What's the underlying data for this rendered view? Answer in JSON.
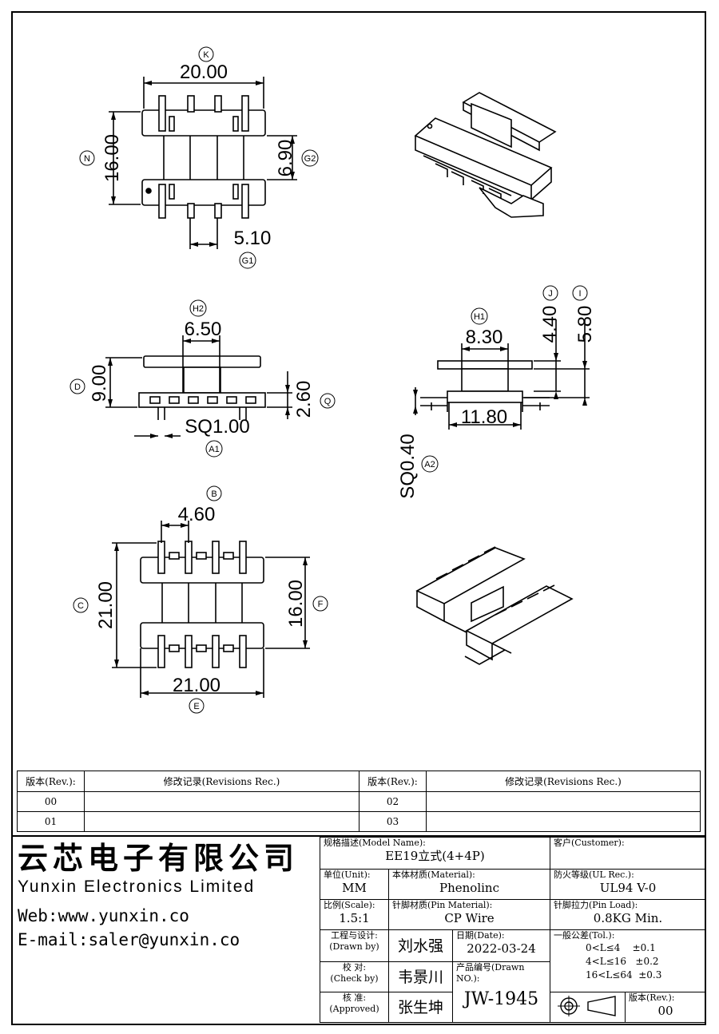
{
  "top_view": {
    "dim_k": "20.00",
    "label_k": "K",
    "dim_n": "16.00",
    "label_n": "N",
    "dim_g2": "6.90",
    "label_g2": "G2",
    "dim_g1": "5.10",
    "label_g1": "G1"
  },
  "side_view": {
    "dim_h2": "6.50",
    "label_h2": "H2",
    "dim_d": "9.00",
    "label_d": "D",
    "dim_q": "2.60",
    "label_q": "Q",
    "dim_a1": "SQ1.00",
    "label_a1": "A1"
  },
  "front_view": {
    "dim_h1": "8.30",
    "label_h1": "H1",
    "dim_j": "4.40",
    "label_j": "J",
    "dim_i": "5.80",
    "label_i": "I",
    "dim_w": "11.80",
    "dim_a2": "SQ0.40",
    "label_a2": "A2"
  },
  "bottom_view": {
    "dim_b": "4.60",
    "label_b": "B",
    "dim_c": "21.00",
    "label_c": "C",
    "dim_f": "16.00",
    "label_f": "F",
    "dim_e": "21.00",
    "label_e": "E"
  },
  "revisions": {
    "header_rev": "版本(Rev.):",
    "header_rec": "修改记录(Revisions Rec.)",
    "rows": [
      {
        "rev_left": "00",
        "rec_left": "",
        "rev_right": "02",
        "rec_right": ""
      },
      {
        "rev_left": "01",
        "rec_left": "",
        "rev_right": "03",
        "rec_right": ""
      }
    ]
  },
  "company": {
    "name_cn": "云芯电子有限公司",
    "name_en": "Yunxin Electronics Limited",
    "web": "Web:www.yunxin.co",
    "email": "E-mail:saler@yunxin.co"
  },
  "title_block": {
    "model_label": "规格描述(Model Name):",
    "model_value": "EE19立式(4+4P)",
    "customer_label": "客户(Customer):",
    "customer_value": "",
    "unit_label": "单位(Unit):",
    "unit_value": "MM",
    "material_label": "本体材质(Material):",
    "material_value": "Phenolinc",
    "ul_label": "防火等级(UL Rec.):",
    "ul_value": "UL94 V-0",
    "scale_label": "比例(Scale):",
    "scale_value": "1.5:1",
    "pin_material_label": "针脚材质(Pin Material):",
    "pin_material_value": "CP Wire",
    "pin_load_label": "针脚拉力(Pin Load):",
    "pin_load_value": "0.8KG Min.",
    "drawn_label_1": "工程与设计:",
    "drawn_label_2": "(Drawn by)",
    "drawn_value": "刘水强",
    "date_label": "日期(Date):",
    "date_value": "2022-03-24",
    "check_label_1": "校  对:",
    "check_label_2": "(Check by)",
    "check_value": "韦景川",
    "approved_label_1": "核  准:",
    "approved_label_2": "(Approved)",
    "approved_value": "张生坤",
    "drawn_no_label": "产品编号(Drawn NO.):",
    "drawn_no_value": "JW-1945",
    "tol_label": "一般公差(Tol.):",
    "tol_rows": [
      "0<L≤4    ±0.1",
      "4<L≤16   ±0.2",
      "16<L≤64  ±0.3"
    ],
    "rev_label": "版本(Rev.):",
    "rev_value": "00"
  }
}
